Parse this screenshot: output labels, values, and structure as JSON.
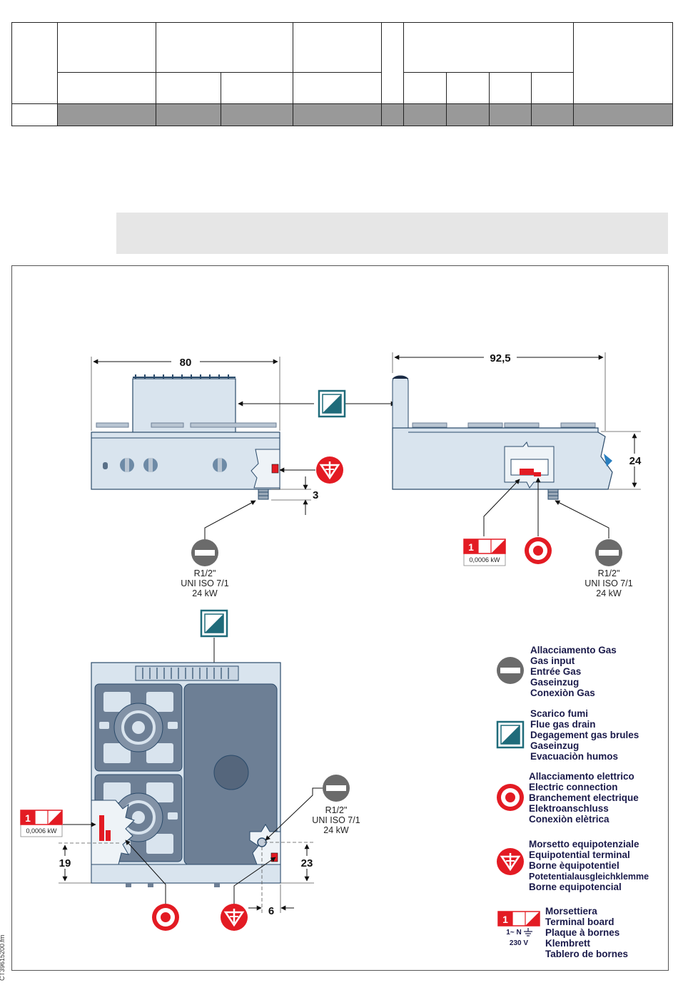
{
  "dimensions": {
    "width_top": "80",
    "depth_side": "92,5",
    "height_side": "24",
    "foot_front": "3",
    "plan_left": "19",
    "plan_right": "23",
    "plan_bottom": "6"
  },
  "gas_connection": {
    "line1": "R1/2\"",
    "line2": "UNI ISO 7/1",
    "line3": "24 kW"
  },
  "terminal_small": {
    "number": "1",
    "rating": "0,0006 kW"
  },
  "legend": {
    "gas": [
      "Allacciamento Gas",
      "Gas input",
      "Entrée Gas",
      "Gaseinzug",
      "Conexiòn Gas"
    ],
    "flue": [
      "Scarico fumi",
      "Flue gas drain",
      "Degagement gas brules",
      "Gaseinzug",
      "Evacuaciòn humos"
    ],
    "electric": [
      "Allacciamento elettrico",
      "Electric connection",
      "Branchement electrique",
      "Elektroanschluss",
      "Conexiòn elètrica"
    ],
    "equipotential": [
      "Morsetto equipotenziale",
      "Equipotential terminal",
      "Borne èquipotentiel",
      "Potetentialausgleichklemme",
      "Borne equipotencial"
    ],
    "terminal": [
      "Morsettiera",
      "Terminal board",
      "Plaque à bornes",
      "Klembrett",
      "Tablero de bornes"
    ],
    "terminal_icon": {
      "number": "1",
      "phase": "1~ N",
      "voltage": "230 V"
    }
  },
  "side_reference": "CT39615200.fm",
  "colors": {
    "appliance_fill": "#d9e4ee",
    "appliance_stroke": "#2a4a6a",
    "burner_fill": "#6d7f95",
    "symbol_grey": "#6b6b6b",
    "symbol_red": "#e31b23",
    "flue_teal": "#1f6b7a"
  }
}
